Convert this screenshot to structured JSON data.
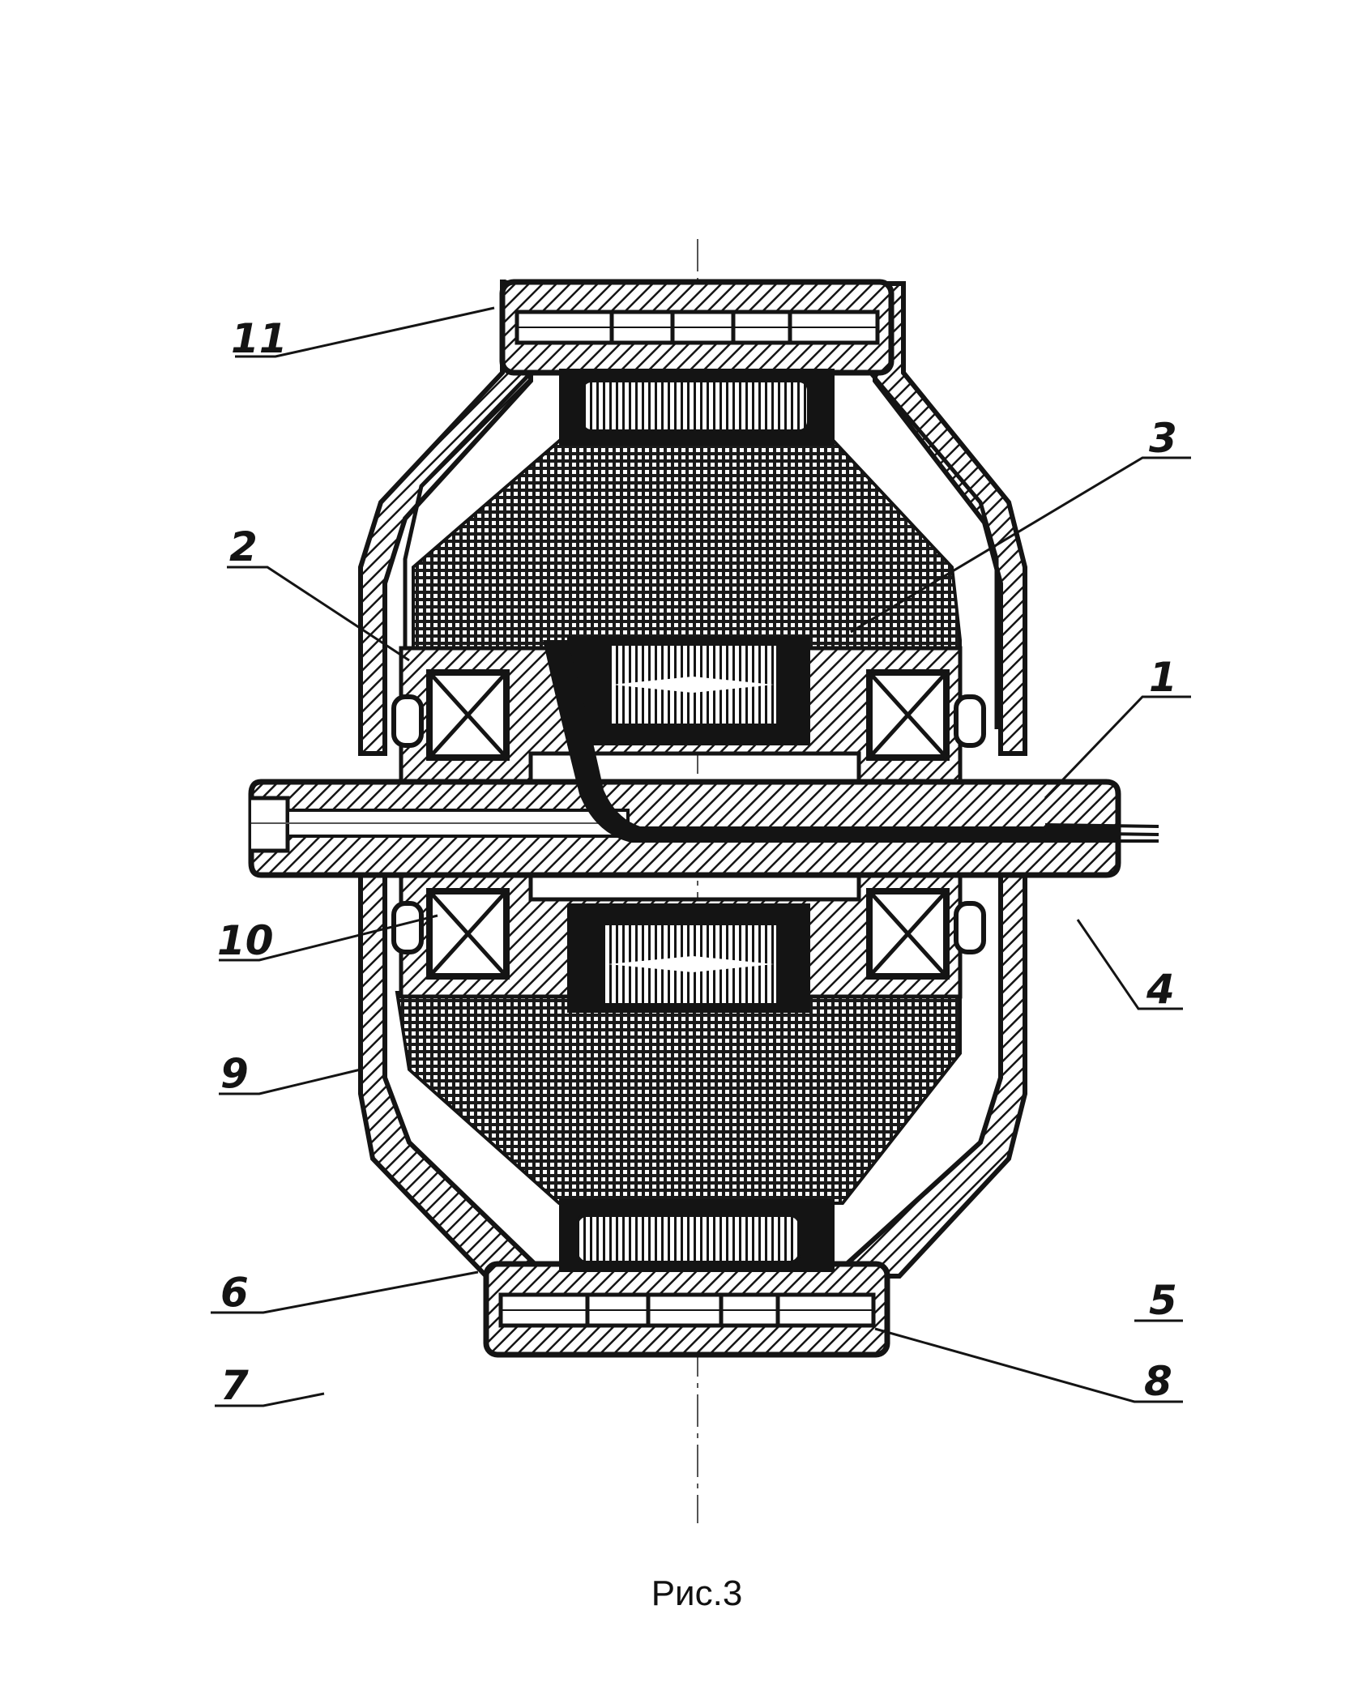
{
  "figure": {
    "caption": "Рис.3",
    "callouts": [
      {
        "id": "11",
        "label": "11"
      },
      {
        "id": "3",
        "label": "3"
      },
      {
        "id": "2",
        "label": "2"
      },
      {
        "id": "1",
        "label": "1"
      },
      {
        "id": "10",
        "label": "10"
      },
      {
        "id": "4",
        "label": "4"
      },
      {
        "id": "9",
        "label": "9"
      },
      {
        "id": "6",
        "label": "6"
      },
      {
        "id": "5",
        "label": "5"
      },
      {
        "id": "7",
        "label": "7"
      },
      {
        "id": "8",
        "label": "8"
      }
    ]
  },
  "colors": {
    "ink": "#141414",
    "paper": "#ffffff",
    "hatch_fill": "#2a2a2a"
  }
}
